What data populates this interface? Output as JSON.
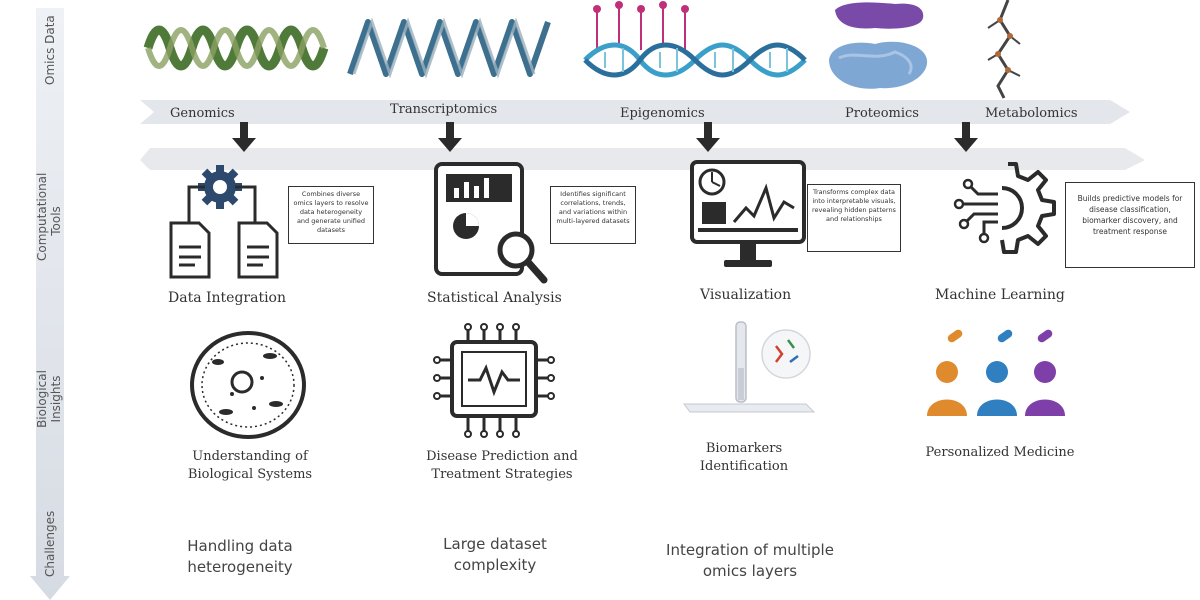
{
  "side_labels": {
    "omics_data": "Omics Data",
    "computational_tools_1": "Computational",
    "computational_tools_2": "Tools",
    "biological_insights_1": "Biological",
    "biological_insights_2": "Insights",
    "challenges": "Challenges"
  },
  "omics": [
    {
      "label": "Genomics"
    },
    {
      "label": "Transcriptomics"
    },
    {
      "label": "Epigenomics"
    },
    {
      "label": "Proteomics"
    },
    {
      "label": "Metabolomics"
    }
  ],
  "tools": [
    {
      "label": "Data Integration",
      "description": "Combines diverse omics layers to resolve data heterogeneity and generate unified datasets"
    },
    {
      "label": "Statistical Analysis",
      "description": "Identifies significant correlations, trends, and variations within multi-layered datasets"
    },
    {
      "label": "Visualization",
      "description": "Transforms complex data into interpretable visuals, revealing hidden patterns and relationships"
    },
    {
      "label": "Machine Learning",
      "description": "Builds predictive models for disease classification, biomarker discovery, and treatment response"
    }
  ],
  "insights": [
    {
      "line1": "Understanding of",
      "line2": "Biological Systems"
    },
    {
      "line1": "Disease Prediction and",
      "line2": "Treatment Strategies"
    },
    {
      "line1": "Biomarkers",
      "line2": "Identification"
    },
    {
      "line1": "Personalized Medicine",
      "line2": ""
    }
  ],
  "challenges": [
    {
      "line1": "Handling data",
      "line2": "heterogeneity"
    },
    {
      "line1": "Large dataset",
      "line2": "complexity"
    },
    {
      "line1": "Integration of multiple",
      "line2": "omics layers"
    }
  ],
  "colors": {
    "genomics_wave": "#4f7a3a",
    "transcriptomics_wave": "#3d6f8e",
    "dna_helix": "#3aa0c9",
    "epigenetic_marks": "#c0307a",
    "protein_purple": "#7a4aa8",
    "protein_blue": "#7fa7d4",
    "person_orange": "#e08a2e",
    "person_blue": "#2f7fc1",
    "person_purple": "#7f3fa8",
    "icon_dark": "#2b2b2b",
    "gear_blue": "#2d4a6e"
  }
}
